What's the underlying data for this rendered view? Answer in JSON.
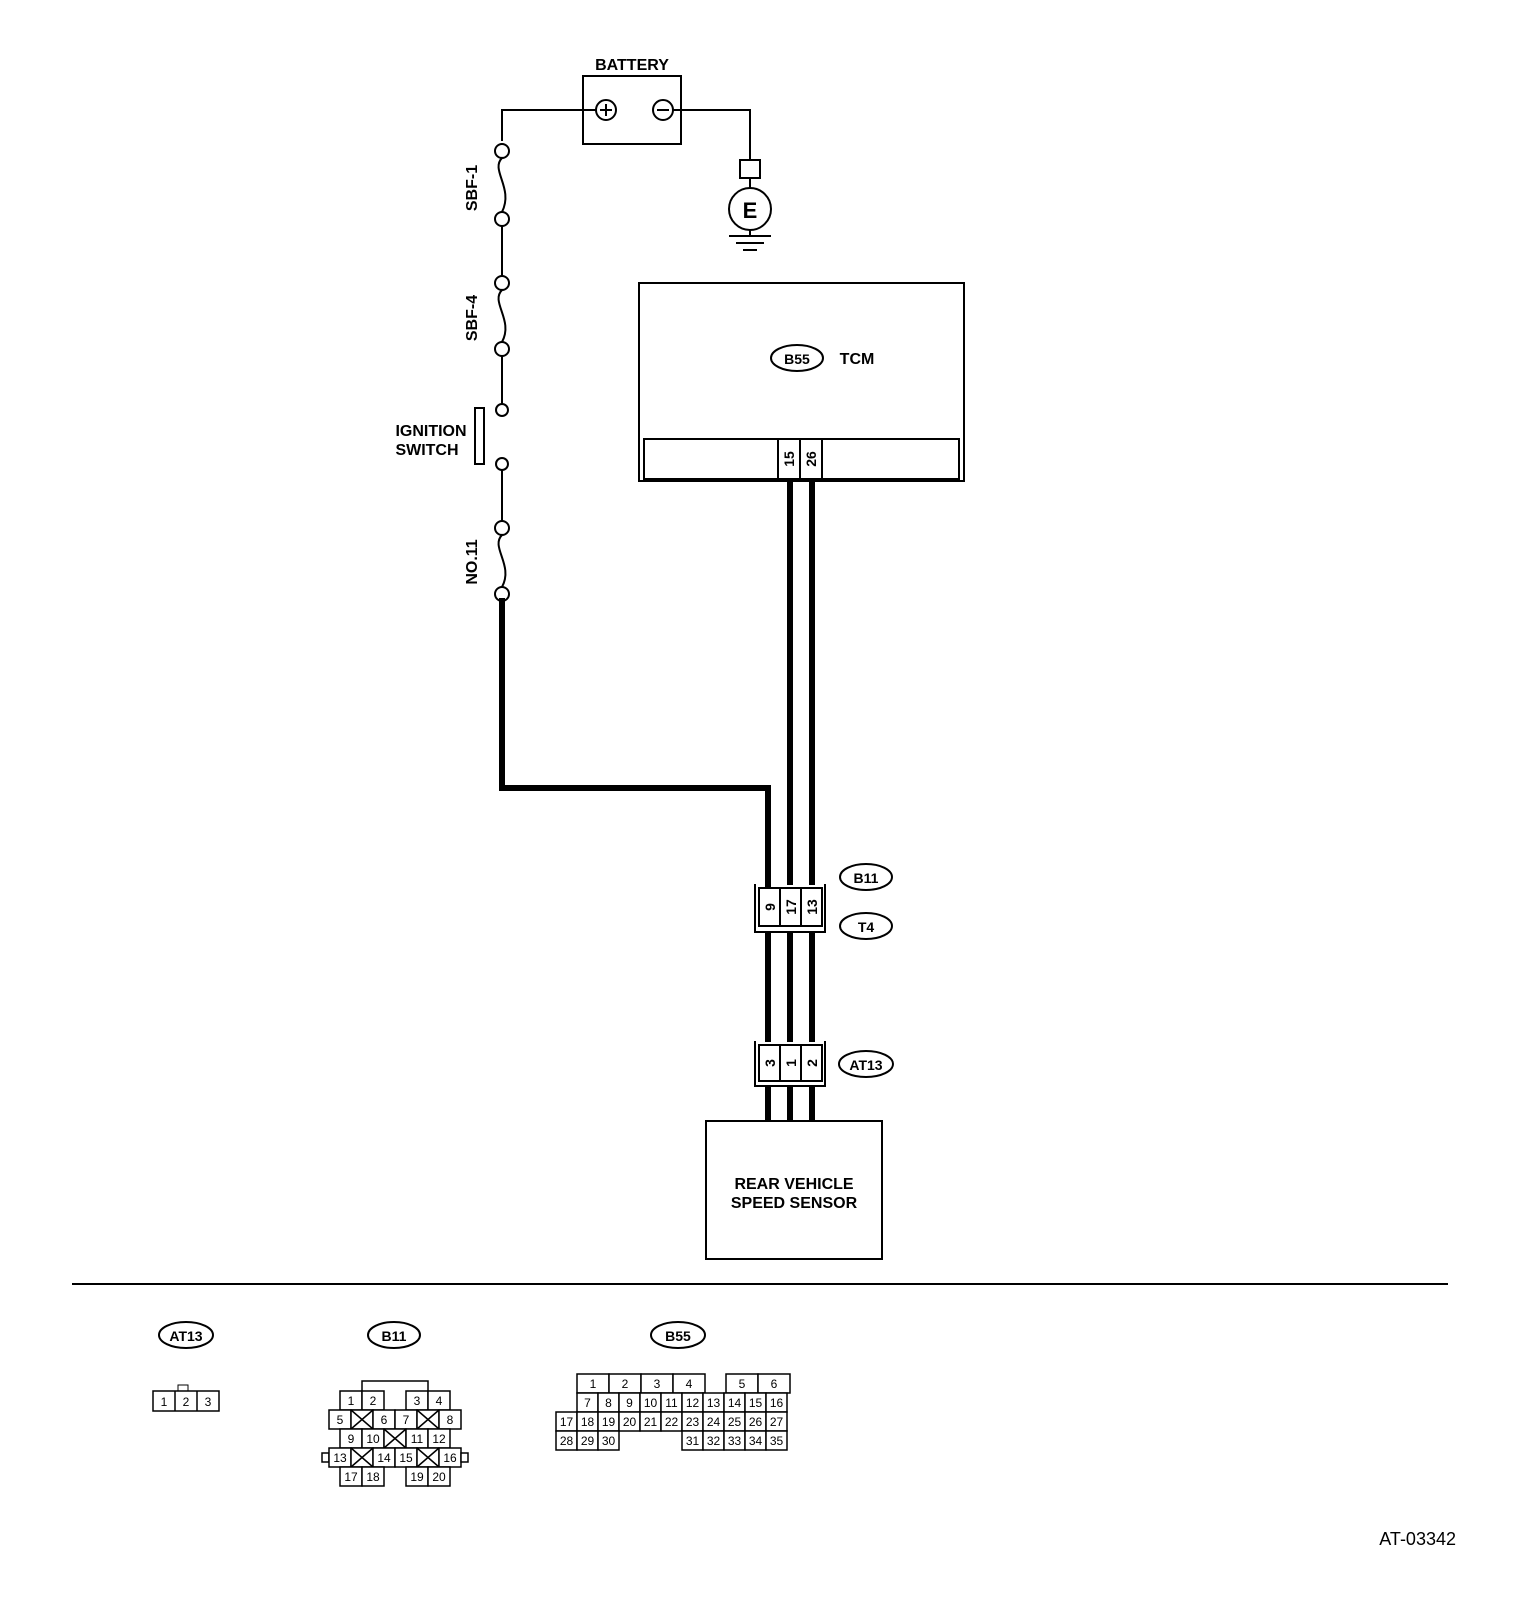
{
  "components": {
    "battery": "BATTERY",
    "sbf1": "SBF-1",
    "sbf4": "SBF-4",
    "ignition_line1": "IGNITION",
    "ignition_line2": "SWITCH",
    "no11": "NO.11",
    "ground": "E",
    "tcm_connector": "B55",
    "tcm": "TCM",
    "sensor_line1": "REAR VEHICLE",
    "sensor_line2": "SPEED SENSOR"
  },
  "tcm_pins": [
    "15",
    "26"
  ],
  "joint_connector": {
    "top": "B11",
    "bottom": "T4",
    "pins": [
      "9",
      "17",
      "13"
    ]
  },
  "sensor_connector": {
    "name": "AT13",
    "pins": [
      "3",
      "1",
      "2"
    ]
  },
  "legend": {
    "at13": {
      "name": "AT13",
      "pins": [
        "1",
        "2",
        "3"
      ]
    },
    "b11": {
      "name": "B11",
      "rows": [
        [
          "1",
          "2",
          "3",
          "4"
        ],
        [
          "5",
          "6",
          "7",
          "8"
        ],
        [
          "9",
          "10",
          "11",
          "12"
        ],
        [
          "13",
          "14",
          "15",
          "16"
        ],
        [
          "17",
          "18",
          "19",
          "20"
        ]
      ]
    },
    "b55": {
      "name": "B55",
      "rows": [
        [
          "1",
          "2",
          "3",
          "4",
          "5",
          "6"
        ],
        [
          "7",
          "8",
          "9",
          "10",
          "11",
          "12",
          "13",
          "14",
          "15",
          "16"
        ],
        [
          "17",
          "18",
          "19",
          "20",
          "21",
          "22",
          "23",
          "24",
          "25",
          "26",
          "27"
        ],
        [
          "28",
          "29",
          "30",
          "31",
          "32",
          "33",
          "34",
          "35"
        ]
      ]
    }
  },
  "reference": "AT-03342"
}
